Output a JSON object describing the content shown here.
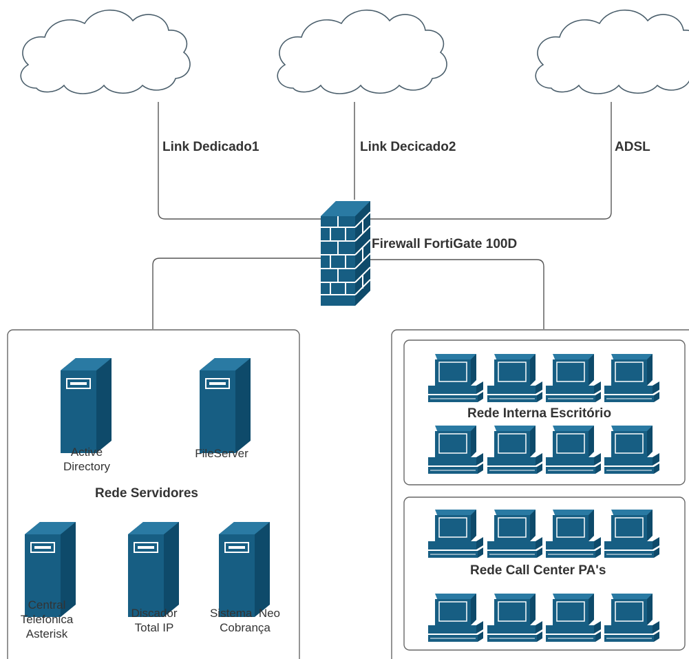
{
  "links": [
    {
      "label": "Link Dedicado1"
    },
    {
      "label": "Link Decicado2"
    },
    {
      "label": "ADSL"
    }
  ],
  "firewall": {
    "label": "Firewall FortiGate 100D",
    "icon": "firewall-icon"
  },
  "server_network": {
    "title": "Rede Servidores",
    "servers": [
      {
        "lines": [
          "Active",
          "Directory"
        ],
        "icon": "server-icon"
      },
      {
        "lines": [
          "FileServer"
        ],
        "icon": "server-icon"
      },
      {
        "lines": [
          "Central",
          "Telefonica",
          "Asterisk"
        ],
        "icon": "server-icon"
      },
      {
        "lines": [
          "Discador",
          "Total IP"
        ],
        "icon": "server-icon"
      },
      {
        "lines": [
          "Sistema  Neo",
          "Cobrança"
        ],
        "icon": "server-icon"
      }
    ]
  },
  "office_network": {
    "title": "Rede Interna Escritório",
    "workstation_count": 8,
    "icon": "workstation-icon"
  },
  "callcenter_network": {
    "title": "Rede Call Center PA's",
    "workstation_count": 8,
    "icon": "workstation-icon"
  },
  "colors": {
    "icon_fill": "#175e83",
    "line": "#555555",
    "cloud_stroke": "#4a5e6b",
    "text": "#333333"
  }
}
